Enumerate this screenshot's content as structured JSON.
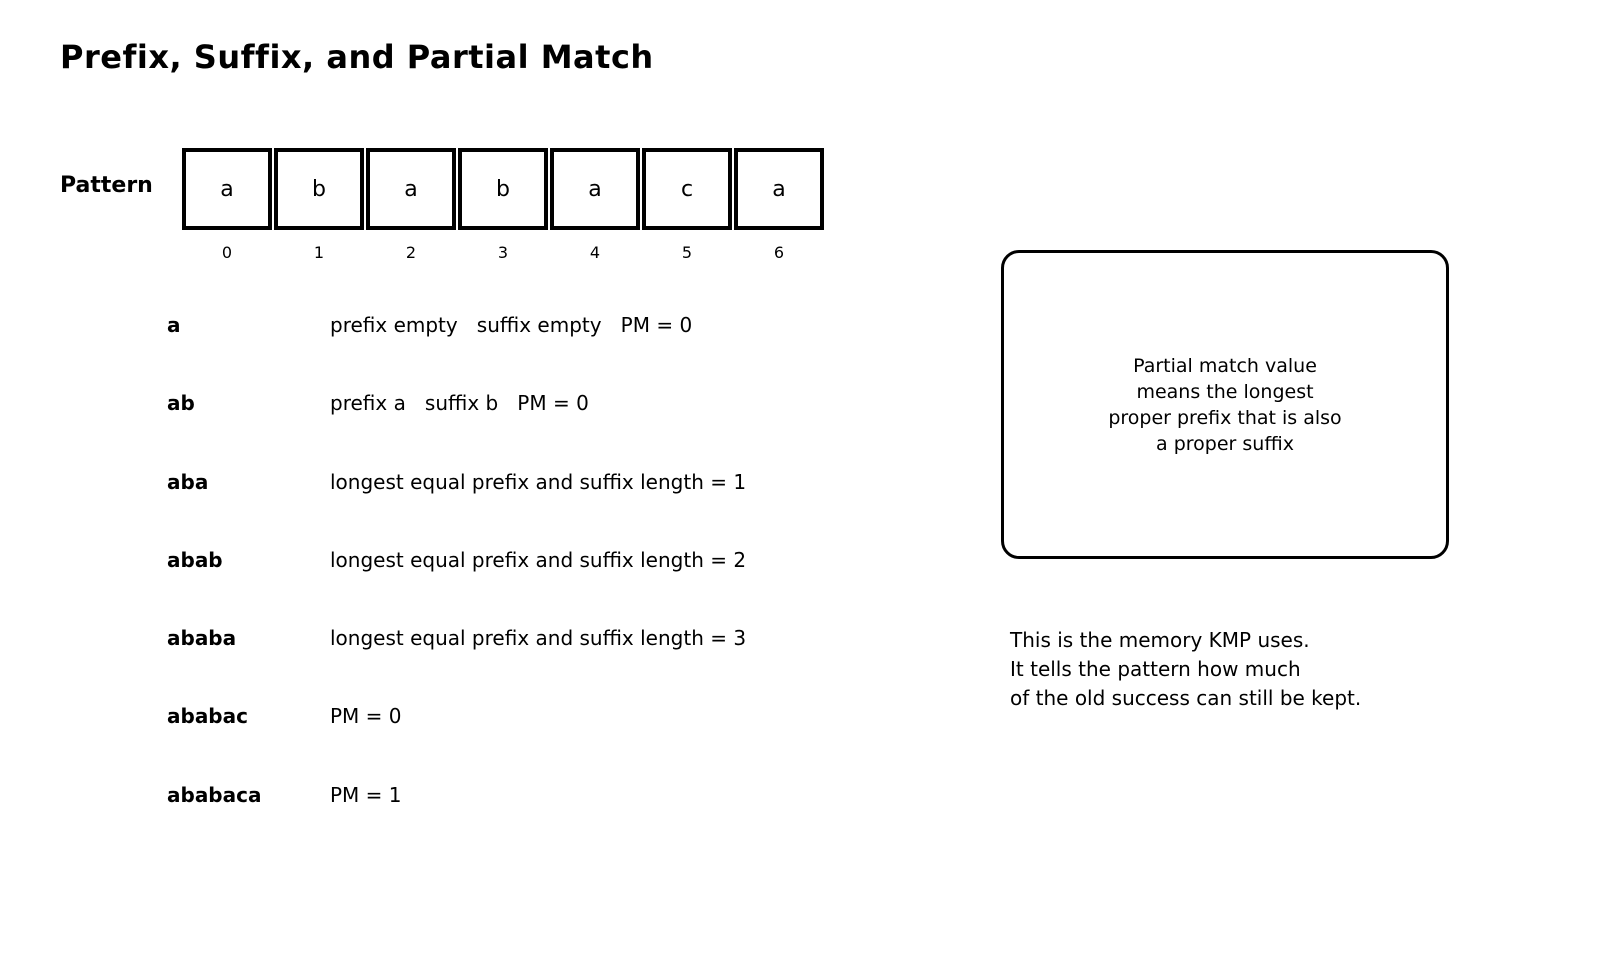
{
  "title": "Prefix, Suffix, and Partial Match",
  "pattern": {
    "label": "Pattern",
    "cells": [
      "a",
      "b",
      "a",
      "b",
      "a",
      "c",
      "a"
    ],
    "indices": [
      "0",
      "1",
      "2",
      "3",
      "4",
      "5",
      "6"
    ]
  },
  "rows": [
    {
      "prefix": "a",
      "description": "prefix empty   suffix empty   PM = 0"
    },
    {
      "prefix": "ab",
      "description": "prefix a   suffix b   PM = 0"
    },
    {
      "prefix": "aba",
      "description": "longest equal prefix and suffix length = 1"
    },
    {
      "prefix": "abab",
      "description": "longest equal prefix and suffix length = 2"
    },
    {
      "prefix": "ababa",
      "description": "longest equal prefix and suffix length = 3"
    },
    {
      "prefix": "ababac",
      "description": "PM = 0"
    },
    {
      "prefix": "ababaca",
      "description": "PM = 1"
    }
  ],
  "note_box": {
    "lines": [
      "Partial match value",
      "means the longest",
      "proper prefix that is also",
      "a proper suffix"
    ]
  },
  "memory_note": {
    "lines": [
      "This is the memory KMP uses.",
      "It tells the pattern how much",
      "of the old success can still be kept."
    ]
  },
  "colors": {
    "background": "#ffffff",
    "text": "#000000",
    "border": "#000000"
  }
}
